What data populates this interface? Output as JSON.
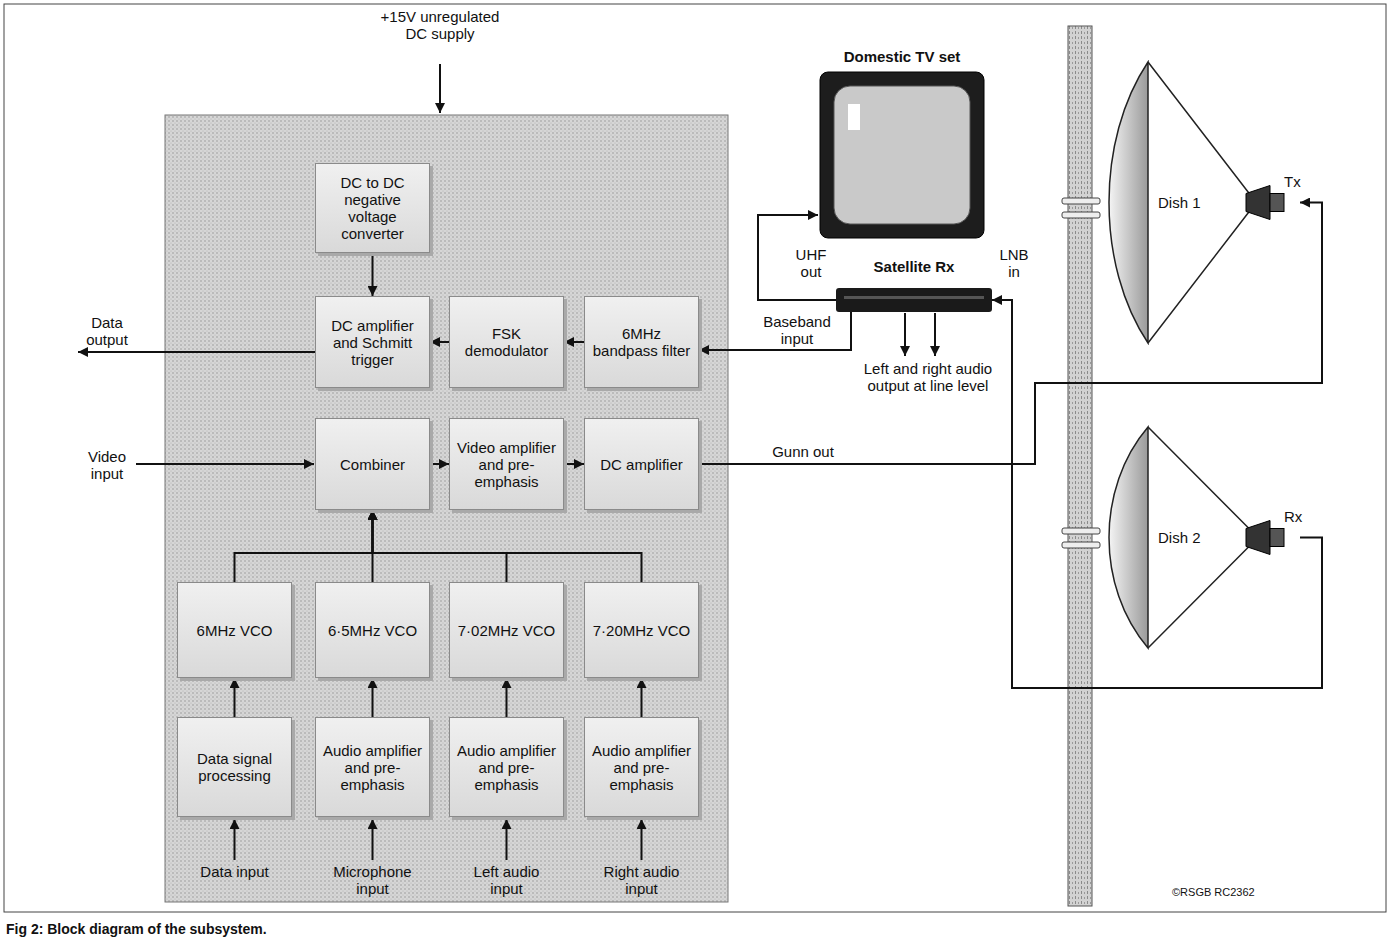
{
  "diagram": {
    "caption": "Fig 2: Block diagram of the subsystem.",
    "nodes": [
      {
        "text": [
          "DC to DC negative voltage converter"
        ]
      },
      {
        "text": [
          "DC amplifier and Schmitt trigger"
        ]
      },
      {
        "text": [
          "FSK demodulator"
        ]
      },
      {
        "text": [
          "6MHz bandpass filter"
        ]
      },
      {
        "text": [
          "Combiner"
        ]
      },
      {
        "text": [
          "Video amplifier and pre-emphasis"
        ]
      },
      {
        "text": [
          "DC amplifier"
        ]
      },
      {
        "text": [
          "6MHz VCO"
        ]
      },
      {
        "text": [
          "6·5MHz VCO"
        ]
      },
      {
        "text": [
          "7·02MHz VCO"
        ]
      },
      {
        "text": [
          "7·20MHz VCO"
        ]
      },
      {
        "text": [
          "Data signal processing"
        ]
      },
      {
        "text": [
          "Audio amplifier and pre-emphasis"
        ]
      },
      {
        "text": [
          "Audio amplifier and pre-emphasis"
        ]
      },
      {
        "text": [
          "Audio amplifier and pre-emphasis"
        ]
      },
      {
        "text": [
          "Domestic TV set"
        ]
      },
      {
        "text": [
          "Satellite Rx"
        ]
      },
      {
        "text": [
          "Dish 1",
          "Tx"
        ]
      },
      {
        "text": [
          "Dish 2",
          "Rx"
        ]
      }
    ],
    "edges": [
      {
        "from": 0,
        "to": 1,
        "arrow": "to"
      },
      {
        "from": 2,
        "to": 1,
        "arrow": "to"
      },
      {
        "from": 3,
        "to": 2,
        "arrow": "to"
      },
      {
        "from": 4,
        "to": 5,
        "arrow": "to"
      },
      {
        "from": 5,
        "to": 6,
        "arrow": "to"
      },
      {
        "from": 7,
        "to": 4,
        "arrow": "to"
      },
      {
        "from": 8,
        "to": 4,
        "arrow": "to"
      },
      {
        "from": 9,
        "to": 4,
        "arrow": "to"
      },
      {
        "from": 10,
        "to": 4,
        "arrow": "to"
      },
      {
        "from": 11,
        "to": 7,
        "arrow": "to"
      },
      {
        "from": 12,
        "to": 8,
        "arrow": "to"
      },
      {
        "from": 13,
        "to": 9,
        "arrow": "to"
      },
      {
        "from": 14,
        "to": 10,
        "arrow": "to"
      },
      {
        "from": 16,
        "to": 3,
        "label": "Baseband input",
        "arrow": "to"
      },
      {
        "from": 16,
        "to": 15,
        "arrow": "to"
      },
      {
        "from": 6,
        "to": 17,
        "label": "Gunn out",
        "arrow": "to"
      },
      {
        "from": 18,
        "to": 16,
        "arrow": "to"
      }
    ],
    "labels": [
      "+15V unregulated DC supply",
      "Data output",
      "Video input",
      "UHF out",
      "LNB in",
      "Left and right audio output at line level",
      "Data input",
      "Microphone input",
      "Left audio input",
      "Right audio input",
      "©RSGB RC2362"
    ]
  }
}
